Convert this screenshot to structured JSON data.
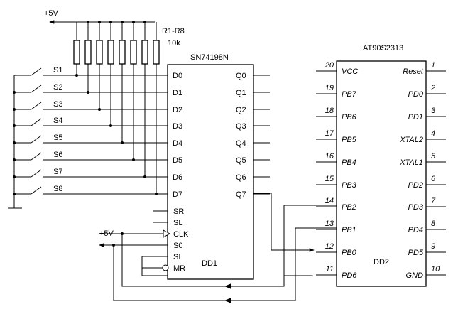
{
  "power": {
    "vcc_top": "+5V",
    "vcc_clk": "+5V"
  },
  "resistors": {
    "name": "R1-R8",
    "value": "10k"
  },
  "switches": [
    "S1",
    "S2",
    "S3",
    "S4",
    "S5",
    "S6",
    "S7",
    "S8"
  ],
  "shift_register": {
    "part": "SN74198N",
    "ref": "DD1",
    "left_pins": [
      "D0",
      "D1",
      "D2",
      "D3",
      "D4",
      "D5",
      "D6",
      "D7"
    ],
    "right_pins": [
      "Q0",
      "Q1",
      "Q2",
      "Q3",
      "Q4",
      "Q5",
      "Q6",
      "Q7"
    ],
    "control_pins": [
      "SR",
      "SL",
      "CLK",
      "S0",
      "SI",
      "MR"
    ]
  },
  "mcu": {
    "part": "AT90S2313",
    "ref": "DD2",
    "left": [
      {
        "num": "20",
        "name": "VCC"
      },
      {
        "num": "19",
        "name": "PB7"
      },
      {
        "num": "18",
        "name": "PB6"
      },
      {
        "num": "17",
        "name": "PB5"
      },
      {
        "num": "16",
        "name": "PB4"
      },
      {
        "num": "15",
        "name": "PB3"
      },
      {
        "num": "14",
        "name": "PB2"
      },
      {
        "num": "13",
        "name": "PB1"
      },
      {
        "num": "12",
        "name": "PB0"
      },
      {
        "num": "11",
        "name": "PD6"
      }
    ],
    "right": [
      {
        "num": "1",
        "name": "Reset"
      },
      {
        "num": "2",
        "name": "PD0"
      },
      {
        "num": "3",
        "name": "PD1"
      },
      {
        "num": "4",
        "name": "XTAL2"
      },
      {
        "num": "5",
        "name": "XTAL1"
      },
      {
        "num": "6",
        "name": "PD2"
      },
      {
        "num": "7",
        "name": "PD3"
      },
      {
        "num": "8",
        "name": "PD4"
      },
      {
        "num": "9",
        "name": "PD5"
      },
      {
        "num": "10",
        "name": "GND"
      }
    ]
  }
}
